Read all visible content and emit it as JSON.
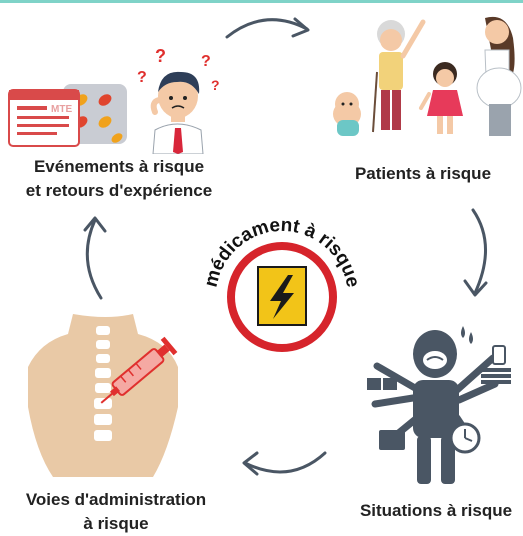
{
  "center": {
    "arc_text": "médicament à risque",
    "icon": "high-voltage-sign-icon",
    "colors": {
      "ring": "#d6242b",
      "sign": "#f2c418",
      "bolt": "#1a1a1a"
    }
  },
  "nodes": {
    "events": {
      "line1": "Evénements à risque",
      "line2": "et retours d'expérience",
      "icon": "confused-man-with-medication-report-icon",
      "badge_text": "MTE"
    },
    "patients": {
      "label": "Patients à risque",
      "icon": "elderly-child-pregnant-woman-icon"
    },
    "situations": {
      "label": "Situations à risque",
      "icon": "overwhelmed-multitasking-person-icon"
    },
    "routes": {
      "line1": "Voies d'administration",
      "line2": "à risque",
      "icon": "spinal-injection-icon"
    }
  },
  "colors": {
    "arrow": "#4a5664",
    "text": "#222222",
    "accent_line": "#7fd3c8"
  }
}
